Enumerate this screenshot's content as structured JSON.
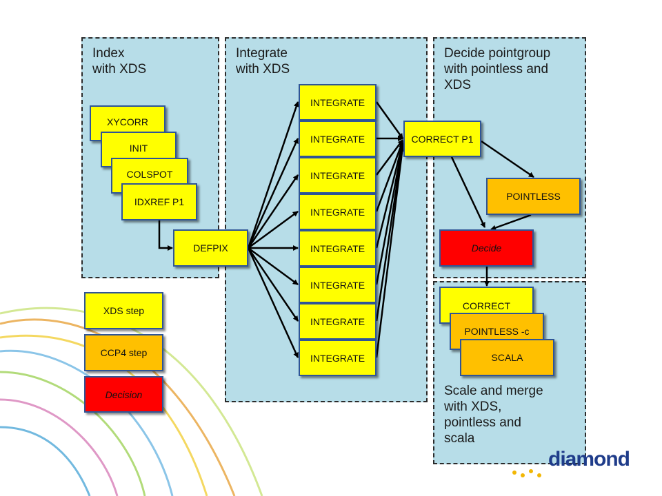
{
  "panels": {
    "index": {
      "title": "Index\nwith XDS"
    },
    "integrate": {
      "title": "Integrate\nwith XDS"
    },
    "decide": {
      "title": "Decide pointgroup\nwith pointless and\nXDS"
    },
    "scale": {
      "title": "Scale and merge\nwith XDS,\npointless and\nscala"
    }
  },
  "boxes": {
    "xycorr": "XYCORR",
    "init": "INIT",
    "colspot": "COLSPOT",
    "idxref": "IDXREF P1",
    "defpix": "DEFPIX",
    "integrate": [
      "INTEGRATE",
      "INTEGRATE",
      "INTEGRATE",
      "INTEGRATE",
      "INTEGRATE",
      "INTEGRATE",
      "INTEGRATE",
      "INTEGRATE"
    ],
    "correct_p1": "CORRECT P1",
    "pointless": "POINTLESS",
    "decide": "Decide",
    "correct": "CORRECT",
    "pointless_c": "POINTLESS -c",
    "scala": "SCALA"
  },
  "legend": {
    "xds": "XDS step",
    "ccp4": "CCP4 step",
    "decision": "Decision"
  },
  "colors": {
    "xds": "#ffff00",
    "ccp4": "#ffc000",
    "decision": "#ff0000",
    "panel": "#b7dde8"
  },
  "logo": {
    "text": "diamond"
  }
}
